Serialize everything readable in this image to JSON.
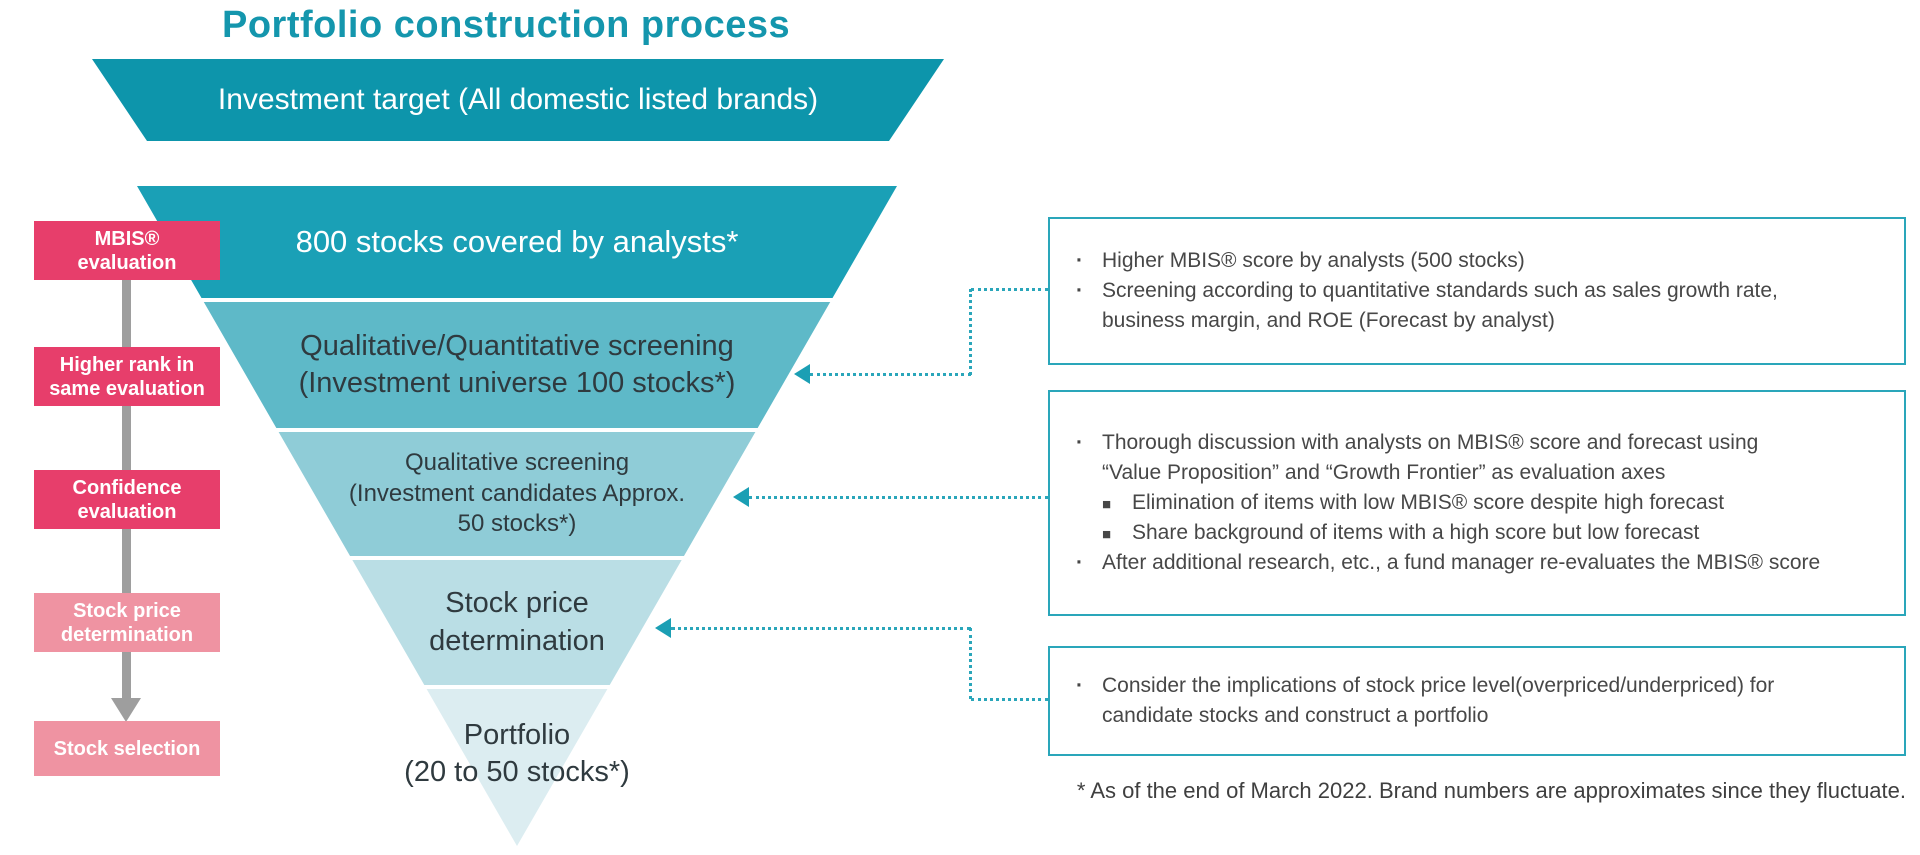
{
  "title": "Portfolio construction process",
  "funnel": {
    "investment_target": "Investment target (All domestic listed brands)",
    "layers": [
      {
        "label": "800 stocks covered by analysts*"
      },
      {
        "label": "Qualitative/Quantitative screening\n(Investment universe 100 stocks*)"
      },
      {
        "label": "Qualitative screening\n(Investment candidates Approx.\n50 stocks*)"
      },
      {
        "label": "Stock price\ndetermination"
      },
      {
        "label": "Portfolio\n(20 to 50 stocks*)"
      }
    ]
  },
  "process_steps": [
    {
      "label": "MBIS®\nevaluation",
      "color": "#e73e6b"
    },
    {
      "label": "Higher rank in\nsame evaluation",
      "color": "#e73e6b"
    },
    {
      "label": "Confidence\nevaluation",
      "color": "#e73e6b"
    },
    {
      "label": "Stock price\ndetermination",
      "color": "#ef93a2"
    },
    {
      "label": "Stock selection",
      "color": "#ef93a2"
    }
  ],
  "annotations": [
    {
      "items": [
        {
          "bullet": "·",
          "text": "Higher MBIS® score by analysts (500 stocks)"
        },
        {
          "bullet": "·",
          "text": "Screening according to quantitative standards such as sales growth rate,\nbusiness margin, and ROE (Forecast by analyst)"
        }
      ]
    },
    {
      "items": [
        {
          "bullet": "·",
          "text": "Thorough discussion with analysts on MBIS® score and forecast using\n“Value Proposition” and “Growth Frontier” as evaluation axes"
        },
        {
          "bullet": "■",
          "text": "Elimination of items with low MBIS® score despite high forecast"
        },
        {
          "bullet": "■",
          "text": "Share background of items with a high score but low forecast"
        },
        {
          "bullet": "·",
          "text": "After additional research, etc., a fund manager re-evaluates the MBIS® score"
        }
      ]
    },
    {
      "items": [
        {
          "bullet": "·",
          "text": "Consider the implications of stock price level(overpriced/underpriced) for\ncandidate stocks and construct a portfolio"
        }
      ]
    }
  ],
  "footnote": "* As of the end of March 2022. Brand numbers are approximates since they fluctuate.",
  "colors": {
    "title_teal": "#1496ad",
    "funnel_top": "#0d95ab",
    "band_1": "#1aa0b6",
    "band_2": "#5eb9c8",
    "band_3": "#8fccd7",
    "band_4": "#badee5",
    "band_5": "#dcedf1",
    "step_crimson": "#e73e6b",
    "step_pink": "#ef93a2",
    "connector_teal": "#2aa6ba",
    "arrow_gray": "#9e9e9e"
  }
}
